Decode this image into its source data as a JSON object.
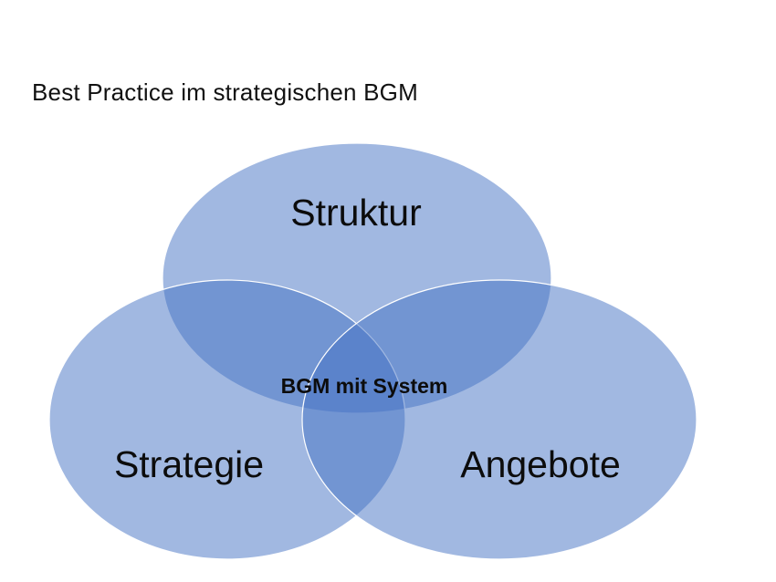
{
  "page": {
    "title": "Best Practice im strategischen BGM"
  },
  "diagram": {
    "type": "venn",
    "fill_color": "#4472c4",
    "outline_color": "#ffffff",
    "circles": [
      {
        "id": "struktur",
        "label": "Struktur"
      },
      {
        "id": "strategie",
        "label": "Strategie"
      },
      {
        "id": "angebote",
        "label": "Angebote"
      }
    ],
    "center_label": "BGM mit System"
  }
}
